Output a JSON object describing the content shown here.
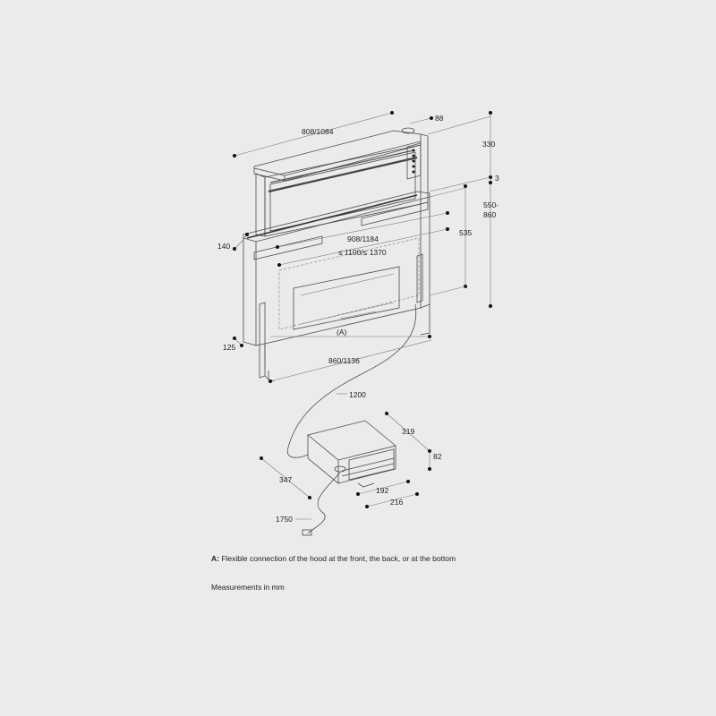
{
  "dimensions": {
    "hood_width": "808/1084",
    "hood_depth": "88",
    "hood_height": "330",
    "top_gap": "3",
    "overall_height": "550-",
    "overall_height_2": "860",
    "frame_width": "908/1184",
    "cabinet_width": "≤ 1100/≤ 1370",
    "side_depth": "140",
    "frame_height": "535",
    "front_marker": "(A)",
    "base_depth": "125",
    "base_width": "860/1136",
    "cable_length": "1200",
    "box_length": "319",
    "box_height": "82",
    "box_depth": "347",
    "box_inner_width": "192",
    "box_outer_width": "216",
    "plug_cable": "1750"
  },
  "notes": {
    "a_label": "A:",
    "a_text": " Flexible connection of the hood at the front, the back, or at the bottom",
    "units": "Measurements in mm"
  }
}
